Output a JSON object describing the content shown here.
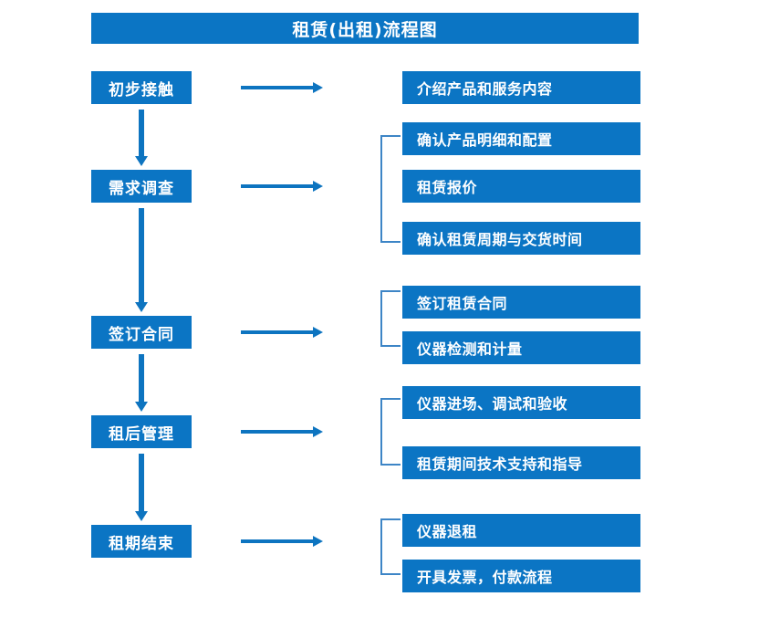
{
  "diagram": {
    "title": "租赁(出租)流程图",
    "accent_color": "#0B75C4",
    "arrow_color": "#0D74C0",
    "bracket_color": "#3D85C6",
    "text_color": "#FFFFFF"
  },
  "stages": [
    {
      "label": "初步接触"
    },
    {
      "label": "需求调查"
    },
    {
      "label": "签订合同"
    },
    {
      "label": "租后管理"
    },
    {
      "label": "租期结束"
    }
  ],
  "details": {
    "group1": [
      {
        "label": "介绍产品和服务内容"
      }
    ],
    "group2": [
      {
        "label": "确认产品明细和配置"
      },
      {
        "label": "租赁报价"
      },
      {
        "label": "确认租赁周期与交货时间"
      }
    ],
    "group3": [
      {
        "label": "签订租赁合同"
      },
      {
        "label": "仪器检测和计量"
      }
    ],
    "group4": [
      {
        "label": "仪器进场、调试和验收"
      },
      {
        "label": "租赁期间技术支持和指导"
      }
    ],
    "group5": [
      {
        "label": "仪器退租"
      },
      {
        "label": "开具发票，付款流程"
      }
    ]
  }
}
